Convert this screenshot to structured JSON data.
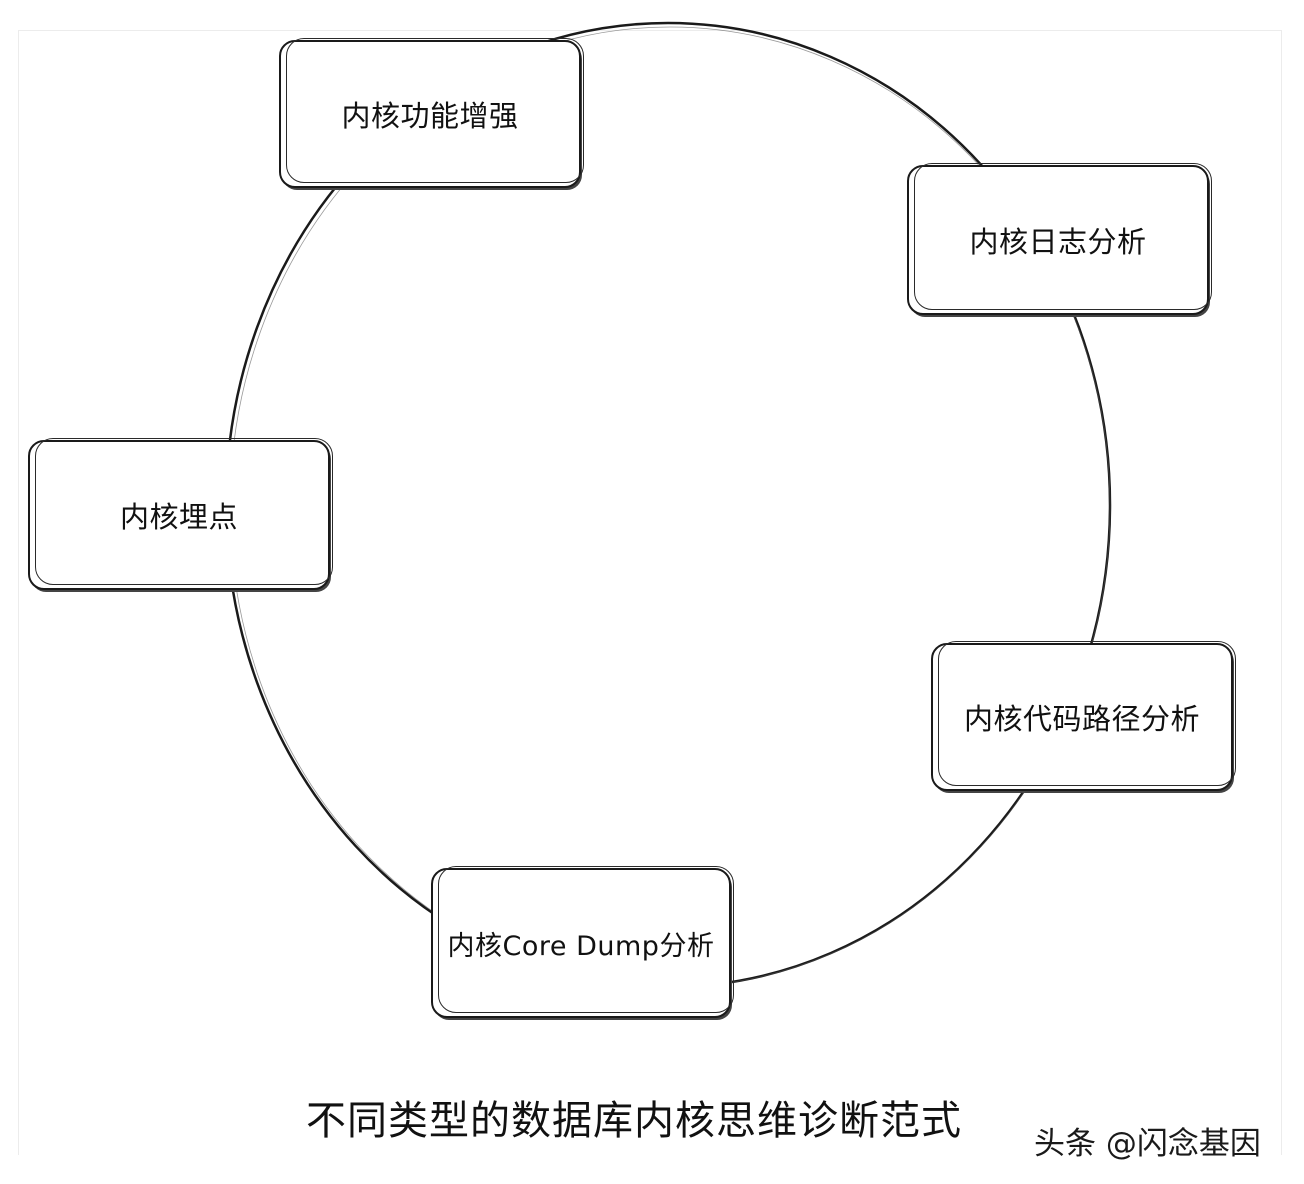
{
  "diagram": {
    "nodes": [
      {
        "id": "n1",
        "label": "内核功能增强"
      },
      {
        "id": "n2",
        "label": "内核日志分析"
      },
      {
        "id": "n3",
        "label": "内核埋点"
      },
      {
        "id": "n4",
        "label": "内核代码路径分析"
      },
      {
        "id": "n5",
        "label": "内核Core Dump分析"
      }
    ],
    "caption": "不同类型的数据库内核思维诊断范式",
    "watermark": "头条 @闪念基因"
  }
}
